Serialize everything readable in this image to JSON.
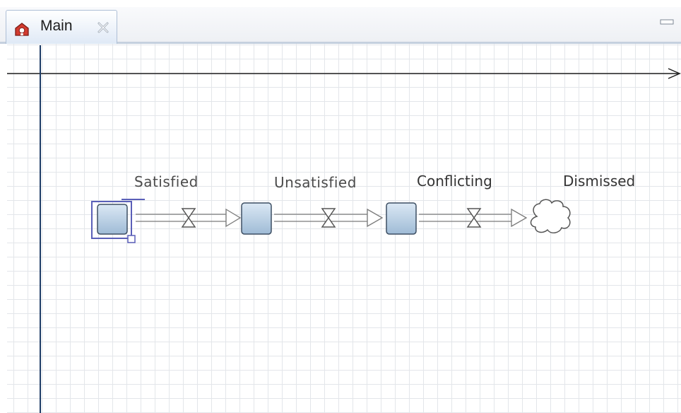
{
  "tab": {
    "title": "Main",
    "icon": "model-icon",
    "close_icon": "close-icon"
  },
  "window_controls": {
    "minimize_icon": "minimize-icon"
  },
  "diagram": {
    "flows": [
      {
        "label": "Satisfied",
        "valve_icon": "valve-icon"
      },
      {
        "label": "Unsatisfied",
        "valve_icon": "valve-icon"
      },
      {
        "label": "Conflicting",
        "valve_icon": "valve-icon"
      }
    ],
    "sink": {
      "label": "Dismissed",
      "icon": "cloud-icon"
    }
  },
  "colors": {
    "stock_fill": "#b9cfe3",
    "selection": "#5a5fb8",
    "axis": "#1f3d67",
    "grid": "#e3e6ea"
  }
}
